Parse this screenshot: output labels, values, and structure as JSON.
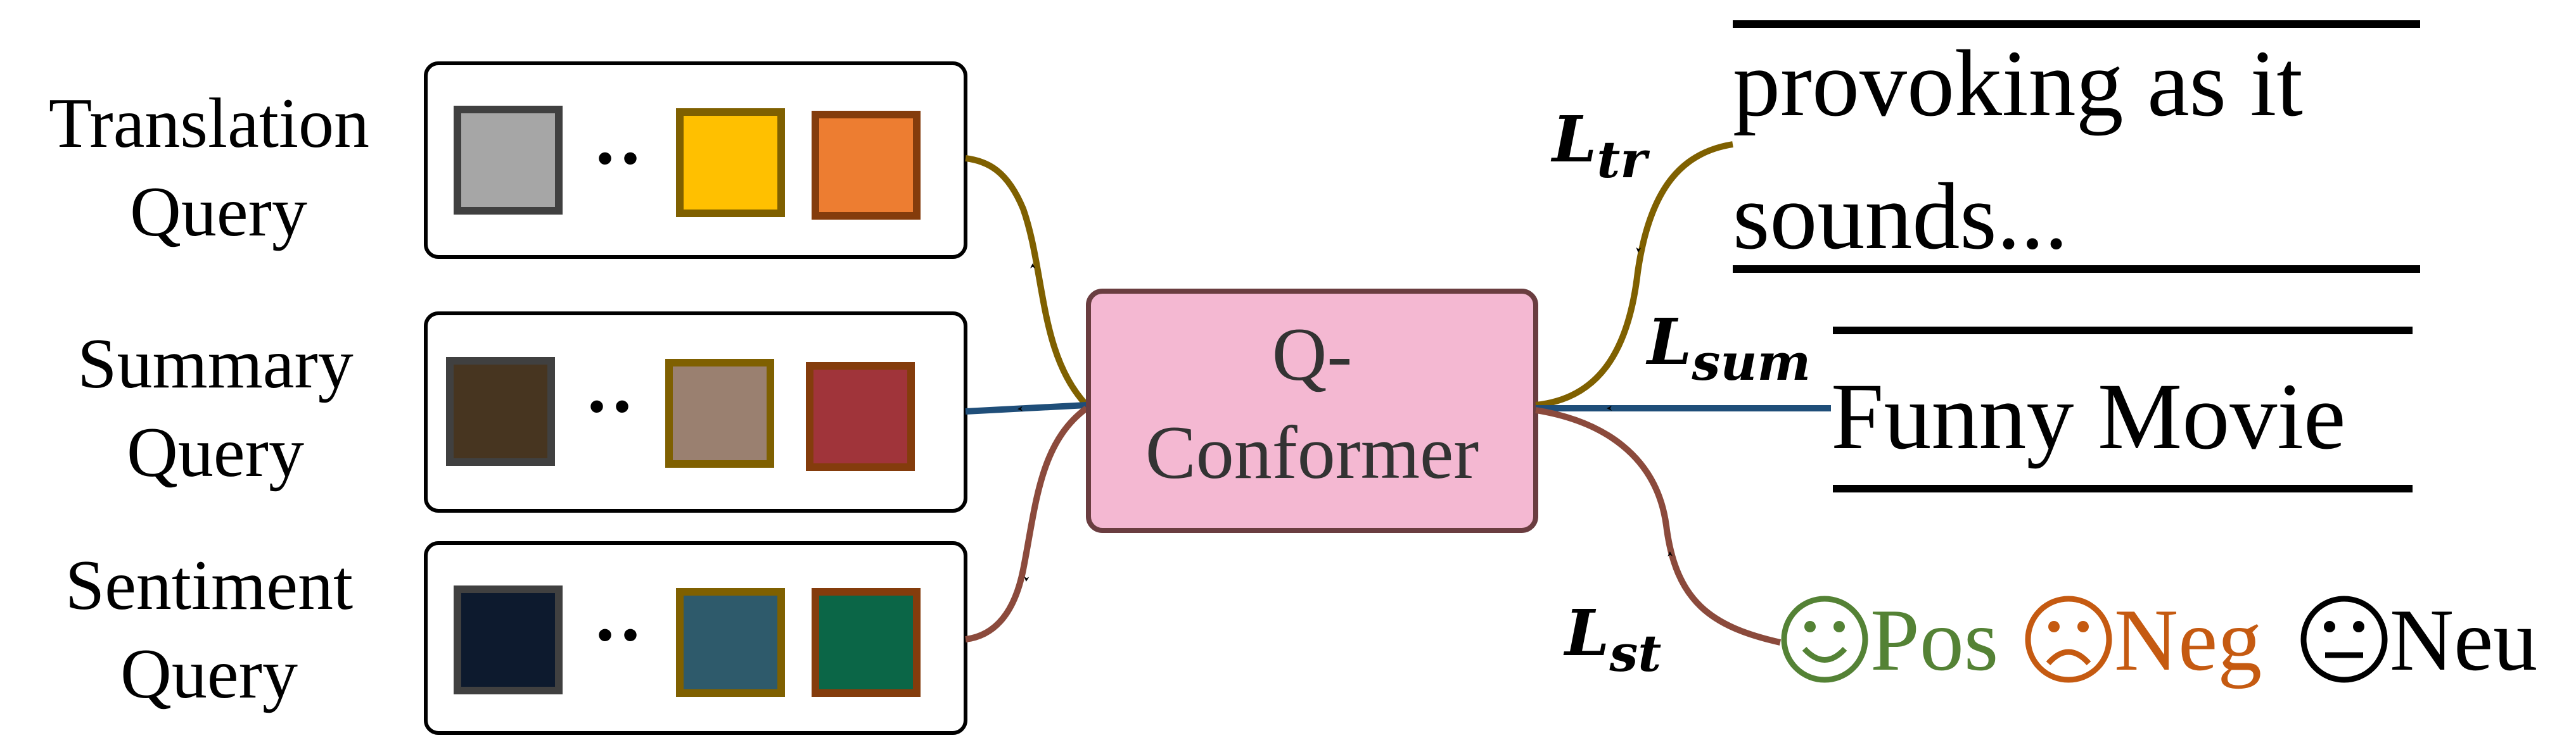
{
  "colors": {
    "translation": "#7f6000",
    "summary": "#1f4e79",
    "sentiment": "#8b4a3c",
    "conformer_fill": "#f4b8d2",
    "pos": "#548235",
    "neg": "#c55a11",
    "neu": "#000000"
  },
  "queries": [
    {
      "label_line1": "Translation",
      "label_line2": "Query",
      "tokens": [
        {
          "fill": "#a6a6a6",
          "stroke": "#404040"
        },
        {
          "fill": "#ffc000",
          "stroke": "#7f6000"
        },
        {
          "fill": "#ed7d31",
          "stroke": "#843c0c"
        }
      ]
    },
    {
      "label_line1": "Summary",
      "label_line2": "Query",
      "tokens": [
        {
          "fill": "#473520",
          "stroke": "#404040"
        },
        {
          "fill": "#9a8070",
          "stroke": "#7f6000"
        },
        {
          "fill": "#a0343a",
          "stroke": "#843c0c"
        }
      ]
    },
    {
      "label_line1": "Sentiment",
      "label_line2": "Query",
      "tokens": [
        {
          "fill": "#0d1a2e",
          "stroke": "#404040"
        },
        {
          "fill": "#2e5a6b",
          "stroke": "#7f6000"
        },
        {
          "fill": "#0b6647",
          "stroke": "#843c0c"
        }
      ]
    }
  ],
  "dots": "··",
  "conformer": {
    "line1": "Q-",
    "line2": "Conformer"
  },
  "losses": {
    "translation": {
      "main": "L",
      "sub": "tr"
    },
    "summary": {
      "main": "L",
      "sub": "sum"
    },
    "sentiment": {
      "main": "L",
      "sub": "st"
    }
  },
  "outputs": {
    "translation_line1": "provoking as it",
    "translation_line2": "sounds...",
    "summary": "Funny Movie",
    "sentiment": [
      "Pos",
      "Neg",
      "Neu"
    ]
  }
}
